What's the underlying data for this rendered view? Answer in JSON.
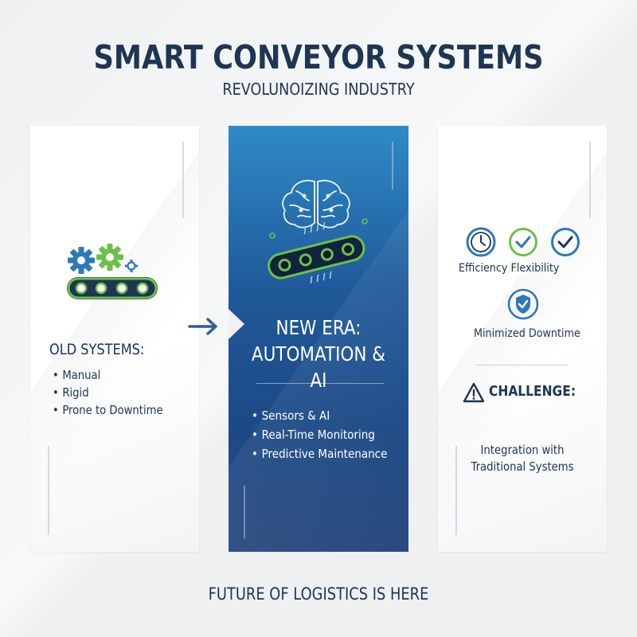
{
  "header": {
    "title": "SMART CONVEYOR SYSTEMS",
    "subtitle": "REVOLUNOIZING INDUSTRY"
  },
  "old_systems": {
    "heading": "OLD SYSTEMS:",
    "items": [
      "Manual",
      "Rigid",
      "Prone to Downtime"
    ],
    "icon": "gears-conveyor-icon"
  },
  "new_era": {
    "heading_line1": "NEW ERA:",
    "heading_line2": "AUTOMATION & AI",
    "items": [
      "Sensors & AI",
      "Real-Time Monitoring",
      "Predictive Maintenance"
    ],
    "icon": "brain-conveyor-icon"
  },
  "benefits": {
    "line1": "Efficiency Flexibility",
    "line2": "Minimized Downtime",
    "icons": [
      "clock-icon",
      "check-circle-icon",
      "check-circle-icon",
      "shield-check-icon"
    ]
  },
  "challenge": {
    "heading": "CHALLENGE:",
    "text_line1": "Integration with",
    "text_line2": "Traditional Systems",
    "icon": "warning-icon"
  },
  "footer": {
    "text": "FUTURE OF LOGISTICS IS HERE"
  },
  "colors": {
    "navy": "#1e3553",
    "blue": "#2d78b8",
    "green": "#6cc04a",
    "panel_blue": "#1c4a86"
  }
}
